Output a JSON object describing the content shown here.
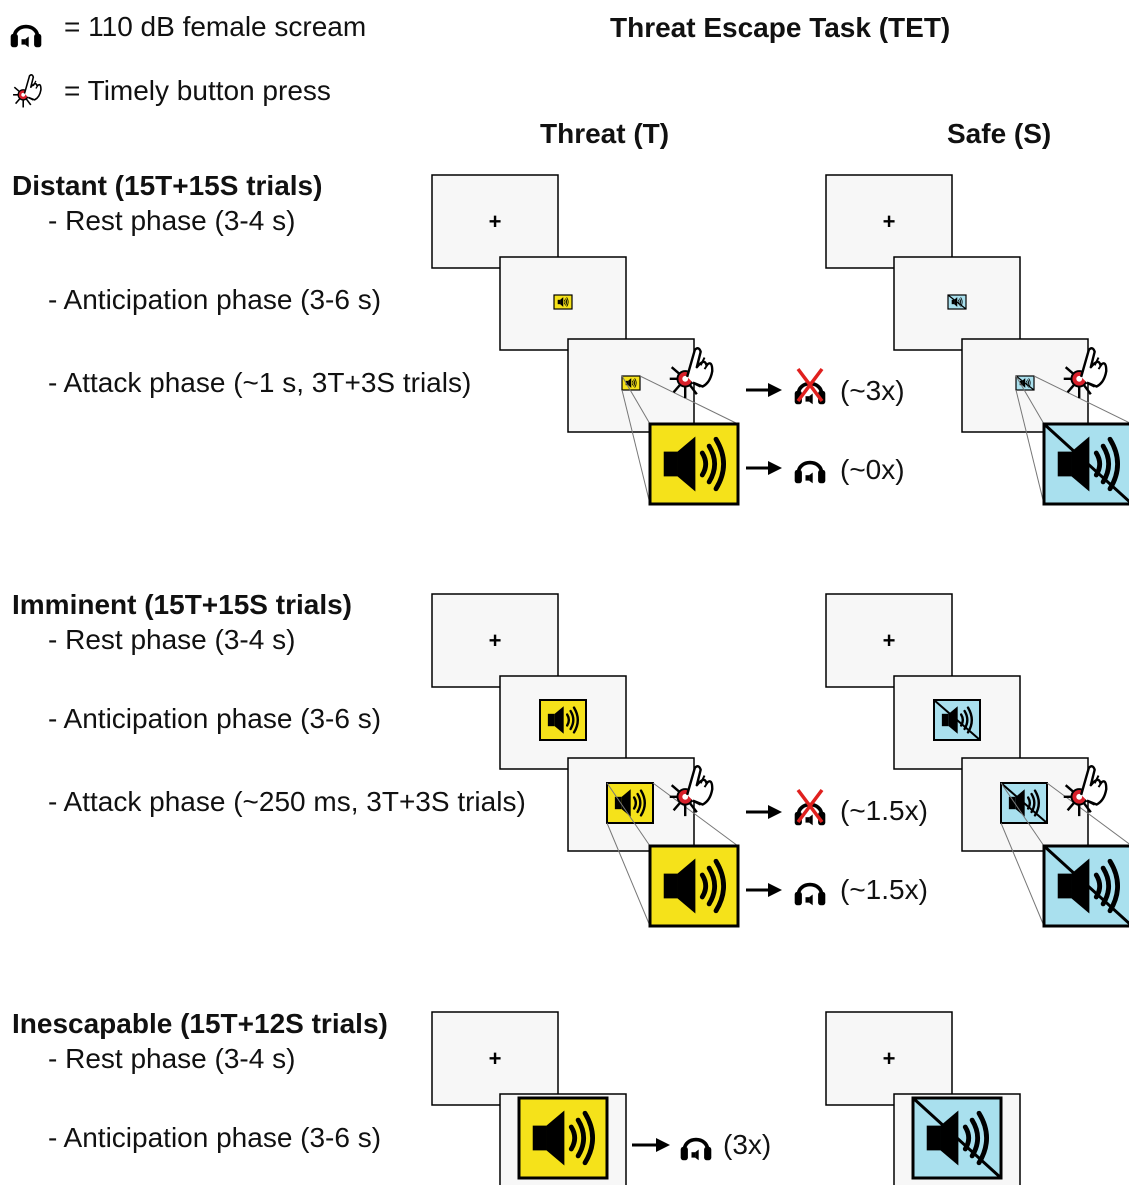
{
  "legend": [
    {
      "icon": "headphones-icon",
      "label": "= 110 dB female scream"
    },
    {
      "icon": "button-press-icon",
      "label": "= Timely button press"
    }
  ],
  "title": "Threat Escape Task (TET)",
  "columns": {
    "threat": "Threat (T)",
    "safe": "Safe (S)"
  },
  "fixation": "+",
  "colors": {
    "threat": "#f5e21a",
    "safe": "#a9e0ee",
    "screen_bg": "#f7f7f7",
    "cross_red": "#e0201e",
    "button_red": "#d8202a"
  },
  "blocks": [
    {
      "heading": "Distant (15T+15S trials)",
      "phases": [
        "- Rest phase (3-4 s)",
        "- Anticipation phase (3-6 s)",
        "- Attack phase (~1 s, 3T+3S trials)"
      ],
      "outcomes": [
        "(~3x)",
        "(~0x)"
      ],
      "cue_size": "small"
    },
    {
      "heading": "Imminent (15T+15S trials)",
      "phases": [
        "- Rest phase (3-4 s)",
        "- Anticipation phase (3-6 s)",
        "- Attack phase (~250 ms, 3T+3S trials)"
      ],
      "outcomes": [
        "(~1.5x)",
        "(~1.5x)"
      ],
      "cue_size": "medium"
    },
    {
      "heading": "Inescapable (15T+12S trials)",
      "phases": [
        "- Rest phase (3-4 s)",
        "- Anticipation phase (3-6 s)"
      ],
      "outcomes": [
        "(3x)"
      ],
      "cue_size": "large"
    }
  ]
}
